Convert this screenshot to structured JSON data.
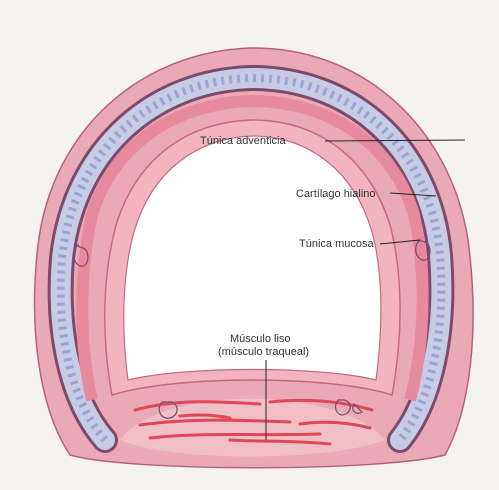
{
  "labels": {
    "adventitia": "Túnica adventicia",
    "cartilage": "Cartílago hialino",
    "mucosa": "Túnica mucosa",
    "smooth_muscle_line1": "Músculo liso",
    "smooth_muscle_line2": "(músculo traqueal)"
  },
  "colors": {
    "background": "#f4f3f0",
    "adventitia": "#e9a9b6",
    "cartilage": "#c6cbe6",
    "mucosa": "#f2b4be",
    "muscle": "#e04858",
    "outline": "#8a3a55"
  }
}
